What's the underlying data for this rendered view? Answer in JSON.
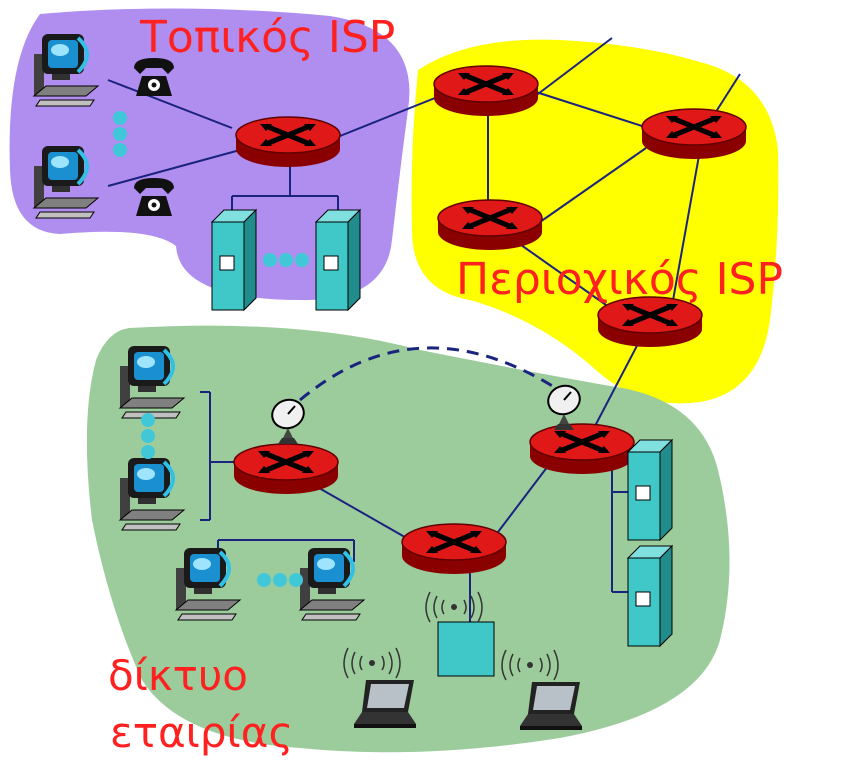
{
  "labels": {
    "local_isp": "Τοπικός ISP",
    "regional_isp": "Περιοχικός ISP",
    "corporate_line1": "δίκτυο",
    "corporate_line2": "εταιρίας"
  },
  "colors": {
    "local_isp_bg": "#b08ef0",
    "regional_isp_bg": "#ffff00",
    "corporate_bg": "#9ccc9c",
    "router_red": "#e01818",
    "router_dark": "#8a0000",
    "server_teal": "#40c8c8",
    "dot_cyan": "#40c8d8",
    "label_red": "#ff2020"
  },
  "icons": [
    "router-icon",
    "server-icon",
    "pc-icon",
    "telephone-icon",
    "satellite-dish-icon",
    "laptop-icon",
    "access-point-icon"
  ]
}
